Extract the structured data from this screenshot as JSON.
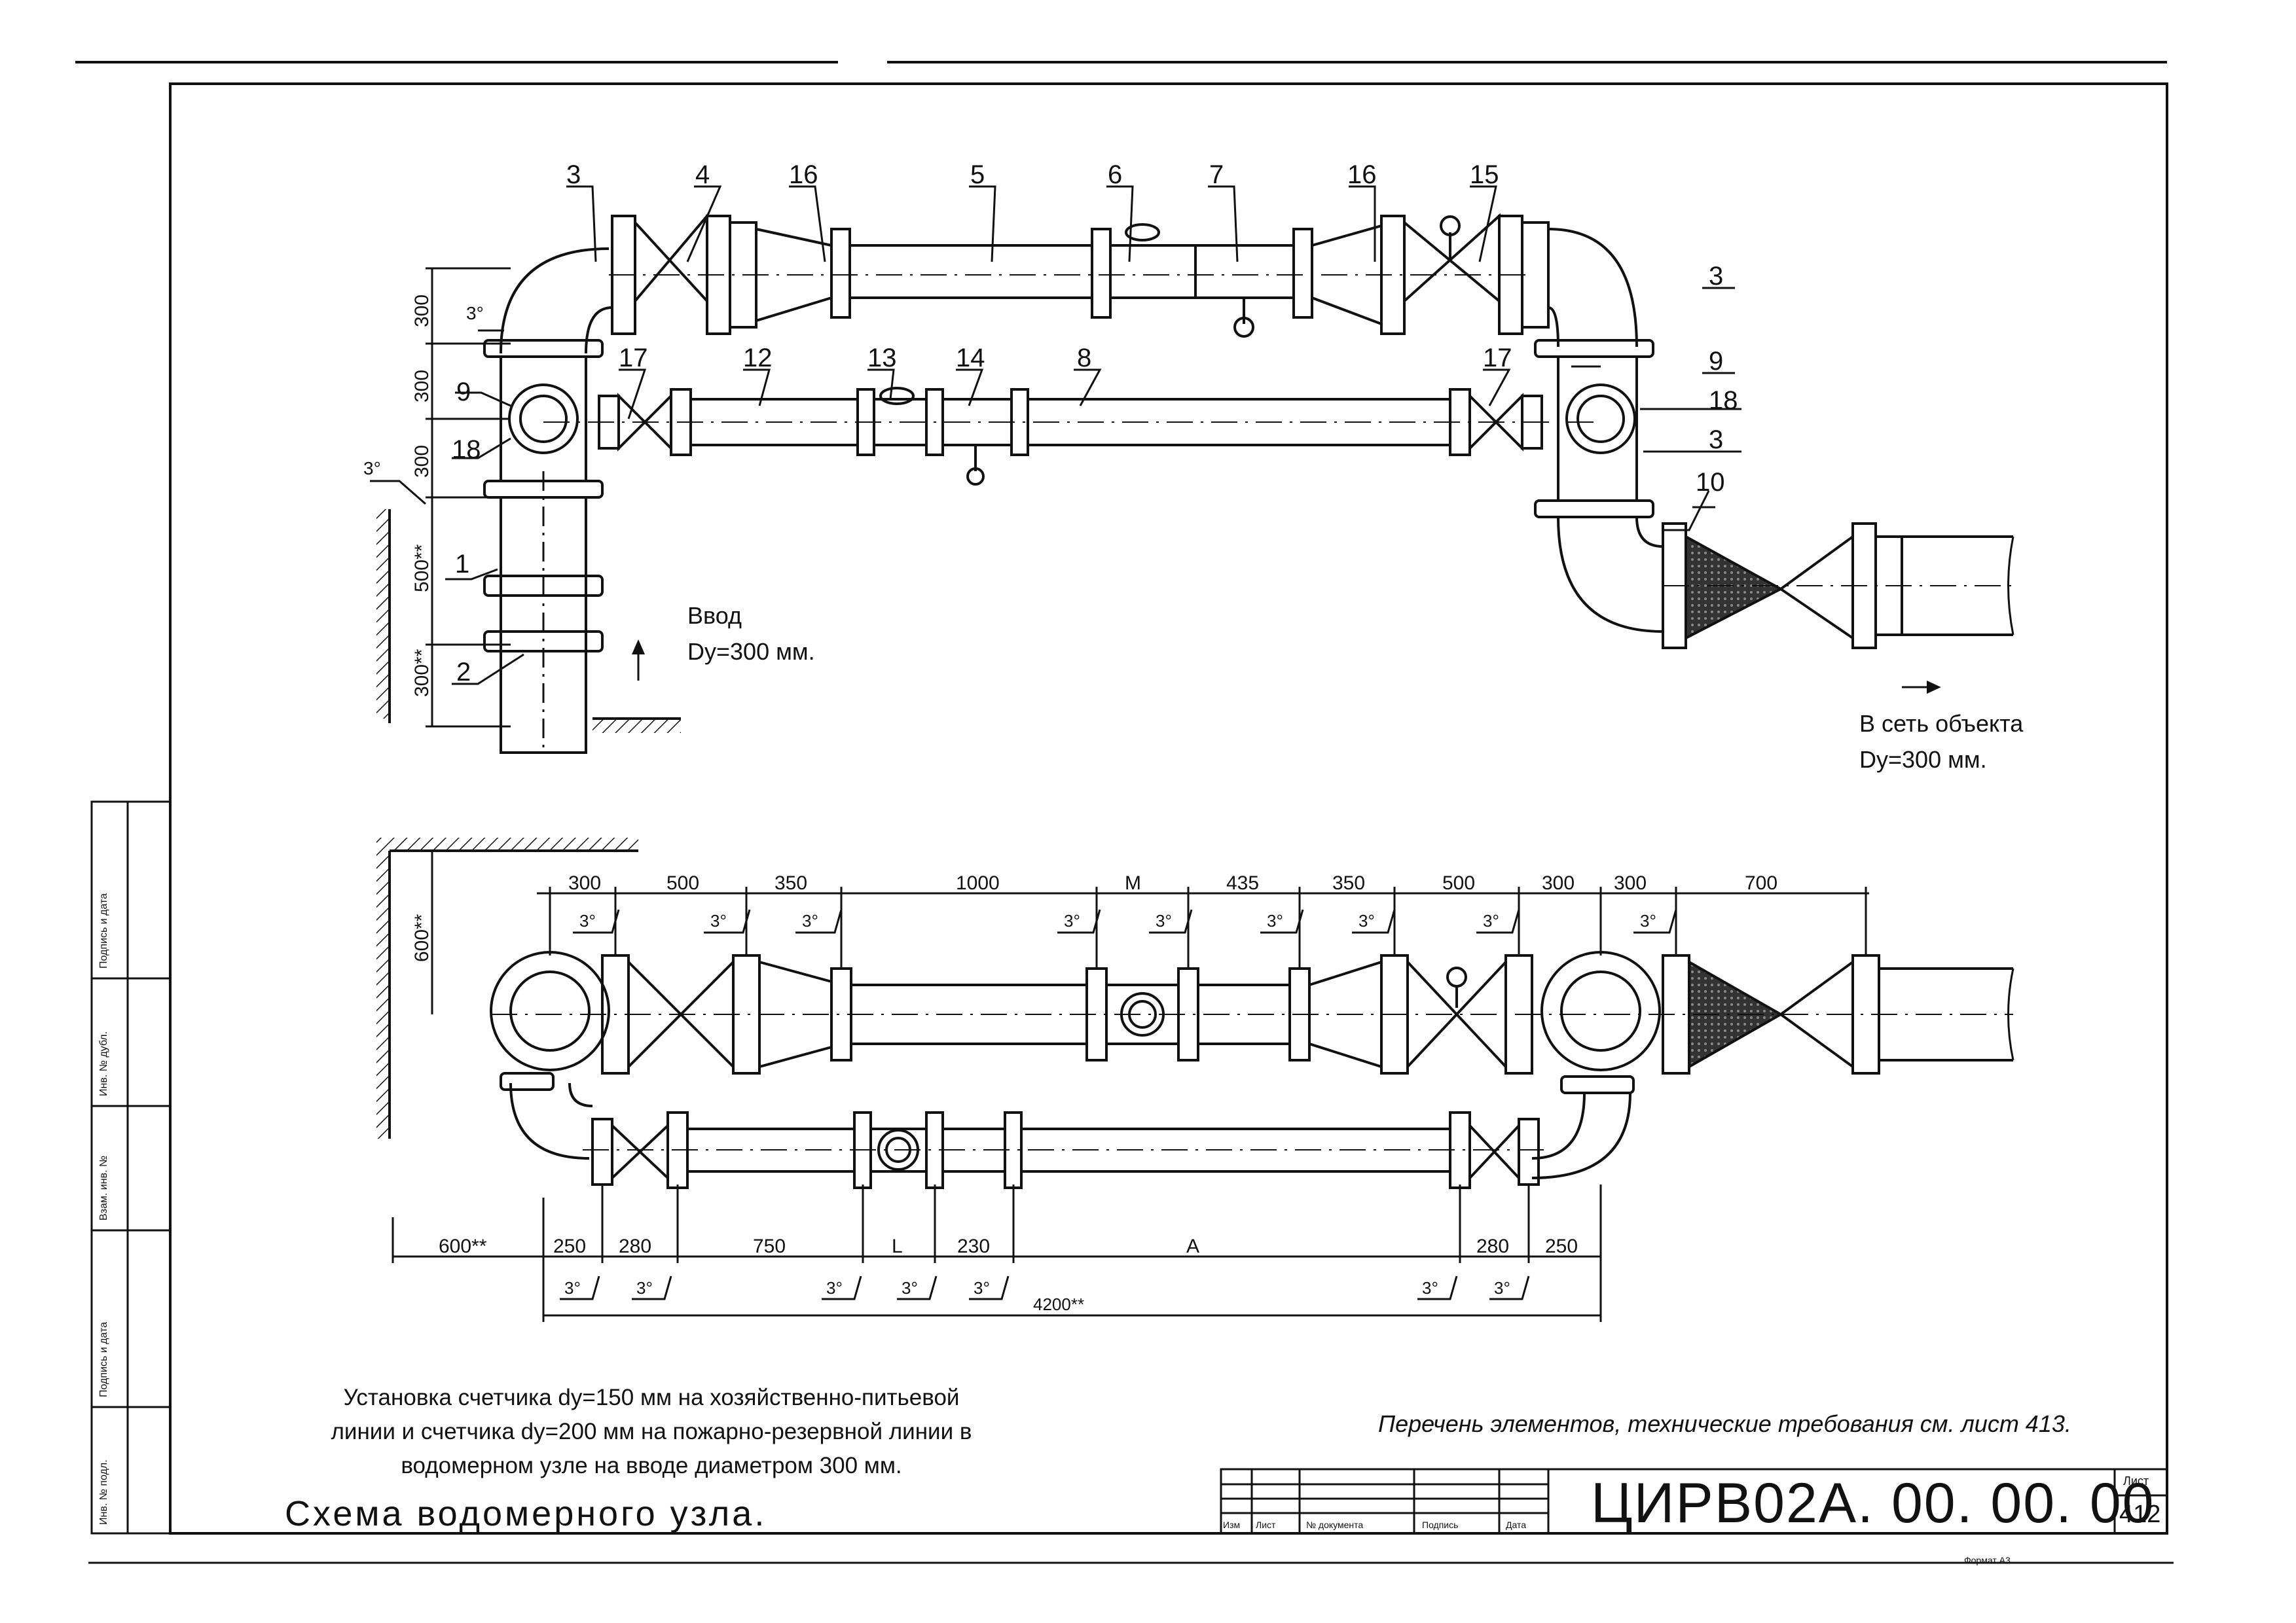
{
  "callouts_plan": {
    "top_row": [
      "3",
      "4",
      "16",
      "5",
      "6",
      "7",
      "16",
      "15",
      "3"
    ],
    "mid_row": [
      "17",
      "12",
      "13",
      "14",
      "8",
      "17",
      "9",
      "18",
      "3",
      "10"
    ],
    "left": [
      "9",
      "18",
      "1",
      "2"
    ]
  },
  "plan_dims": {
    "vertical": [
      "300",
      "300",
      "300",
      "500**",
      "300**"
    ],
    "angle": "3°"
  },
  "notes": {
    "inlet_label": "Ввод",
    "inlet_dia": "Dy=300 мм.",
    "outlet_label": "В сеть объекта",
    "outlet_dia": "Dy=300 мм."
  },
  "elevation_dims": {
    "top_row": [
      "300",
      "500",
      "350",
      "1000",
      "M",
      "435",
      "350",
      "500",
      "300",
      "300",
      "700"
    ],
    "bottom_row": [
      "600**",
      "250",
      "280",
      "750",
      "L",
      "230",
      "A",
      "280",
      "250"
    ],
    "total": "4200**",
    "left_vertical": "600**",
    "angle": "3°"
  },
  "caption": {
    "line1": "Установка счетчика dy=150 мм на хозяйственно-питьевой",
    "line2": "линии и счетчика dy=200 мм на пожарно-резервной линии в",
    "line3": "водомерном узле на вводе диаметром 300 мм."
  },
  "title": "Схема водомерного узла.",
  "reference": "Перечень элементов, технические требования см. лист 413.",
  "title_block": {
    "code": "ЦИРВ02А. 00. 00. 00",
    "sheet_label": "Лист",
    "sheet_number": "412",
    "col_izm": "Изм",
    "col_list": "Лист",
    "col_doc": "№ документа",
    "col_sign": "Подпись",
    "col_date": "Дата",
    "format": "Формат А3"
  },
  "side_stamp": [
    "Инв. № подл.",
    "Подпись и дата",
    "Взам. инв. №",
    "Инв. № дубл.",
    "Подпись и дата"
  ]
}
